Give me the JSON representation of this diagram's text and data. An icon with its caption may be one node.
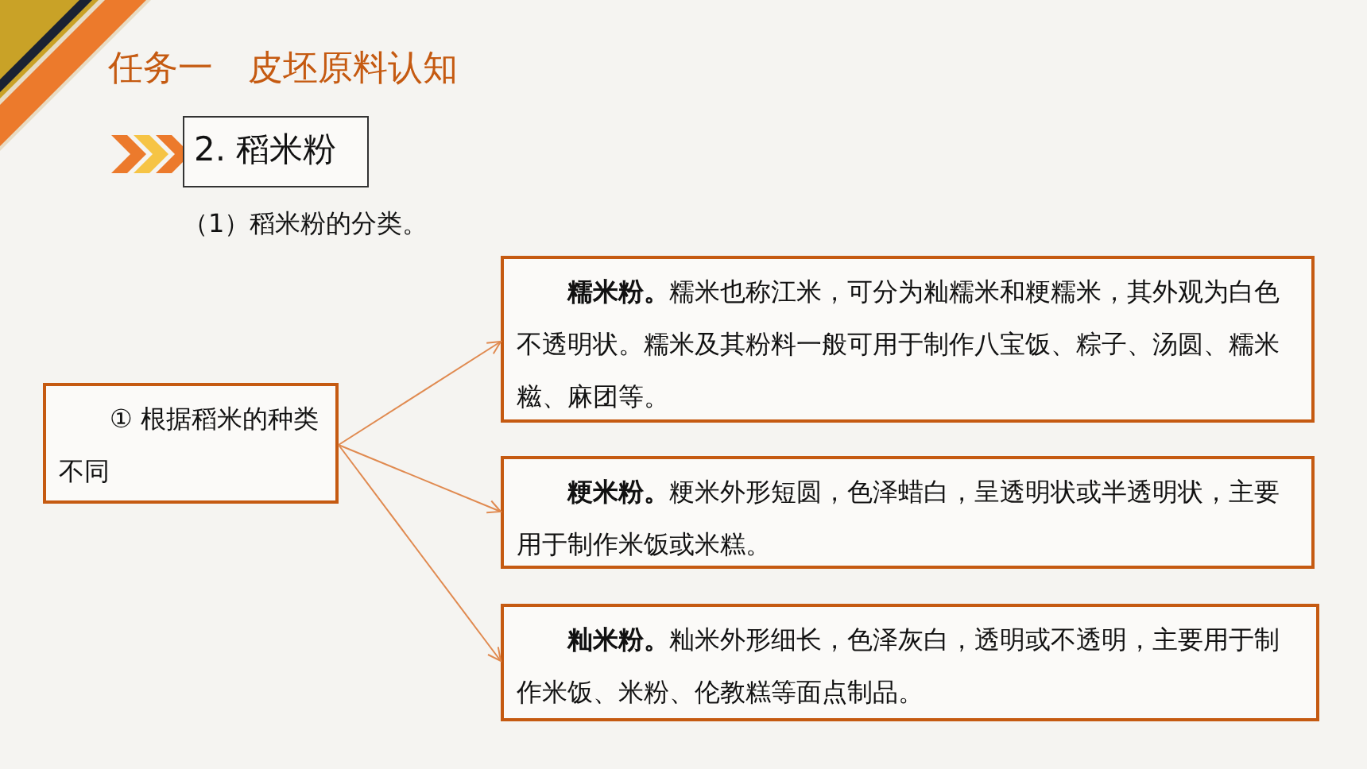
{
  "diagram": {
    "title": "任务一　皮坯原料认知",
    "nodes": [
      {
        "text": [
          "2. 稻米粉"
        ]
      },
      {
        "text": [
          "① 根据稻米的种类不同"
        ]
      },
      {
        "text": [
          "**糯米粉。**糯米也称江米，可分为籼糯米和粳糯米，其外观为白色不透明状。糯米及其粉料一般可用于制作八宝饭、粽子、汤圆、糯米糍、麻团等。"
        ]
      },
      {
        "text": [
          "**粳米粉。**粳米外形短圆，色泽蜡白，呈透明状或半透明状，主要用于制作米饭或米糕。"
        ]
      },
      {
        "text": [
          "**籼米粉。**籼米外形细长，色泽灰白，透明或不透明，主要用于制作米饭、米粉、伦教糕等面点制品。"
        ]
      }
    ],
    "edges": [
      {
        "from": 1,
        "to": 2,
        "arrow": "to"
      },
      {
        "from": 1,
        "to": 3,
        "arrow": "to"
      },
      {
        "from": 1,
        "to": 4,
        "arrow": "to"
      }
    ],
    "labels": [
      "（1）稻米粉的分类。"
    ]
  }
}
